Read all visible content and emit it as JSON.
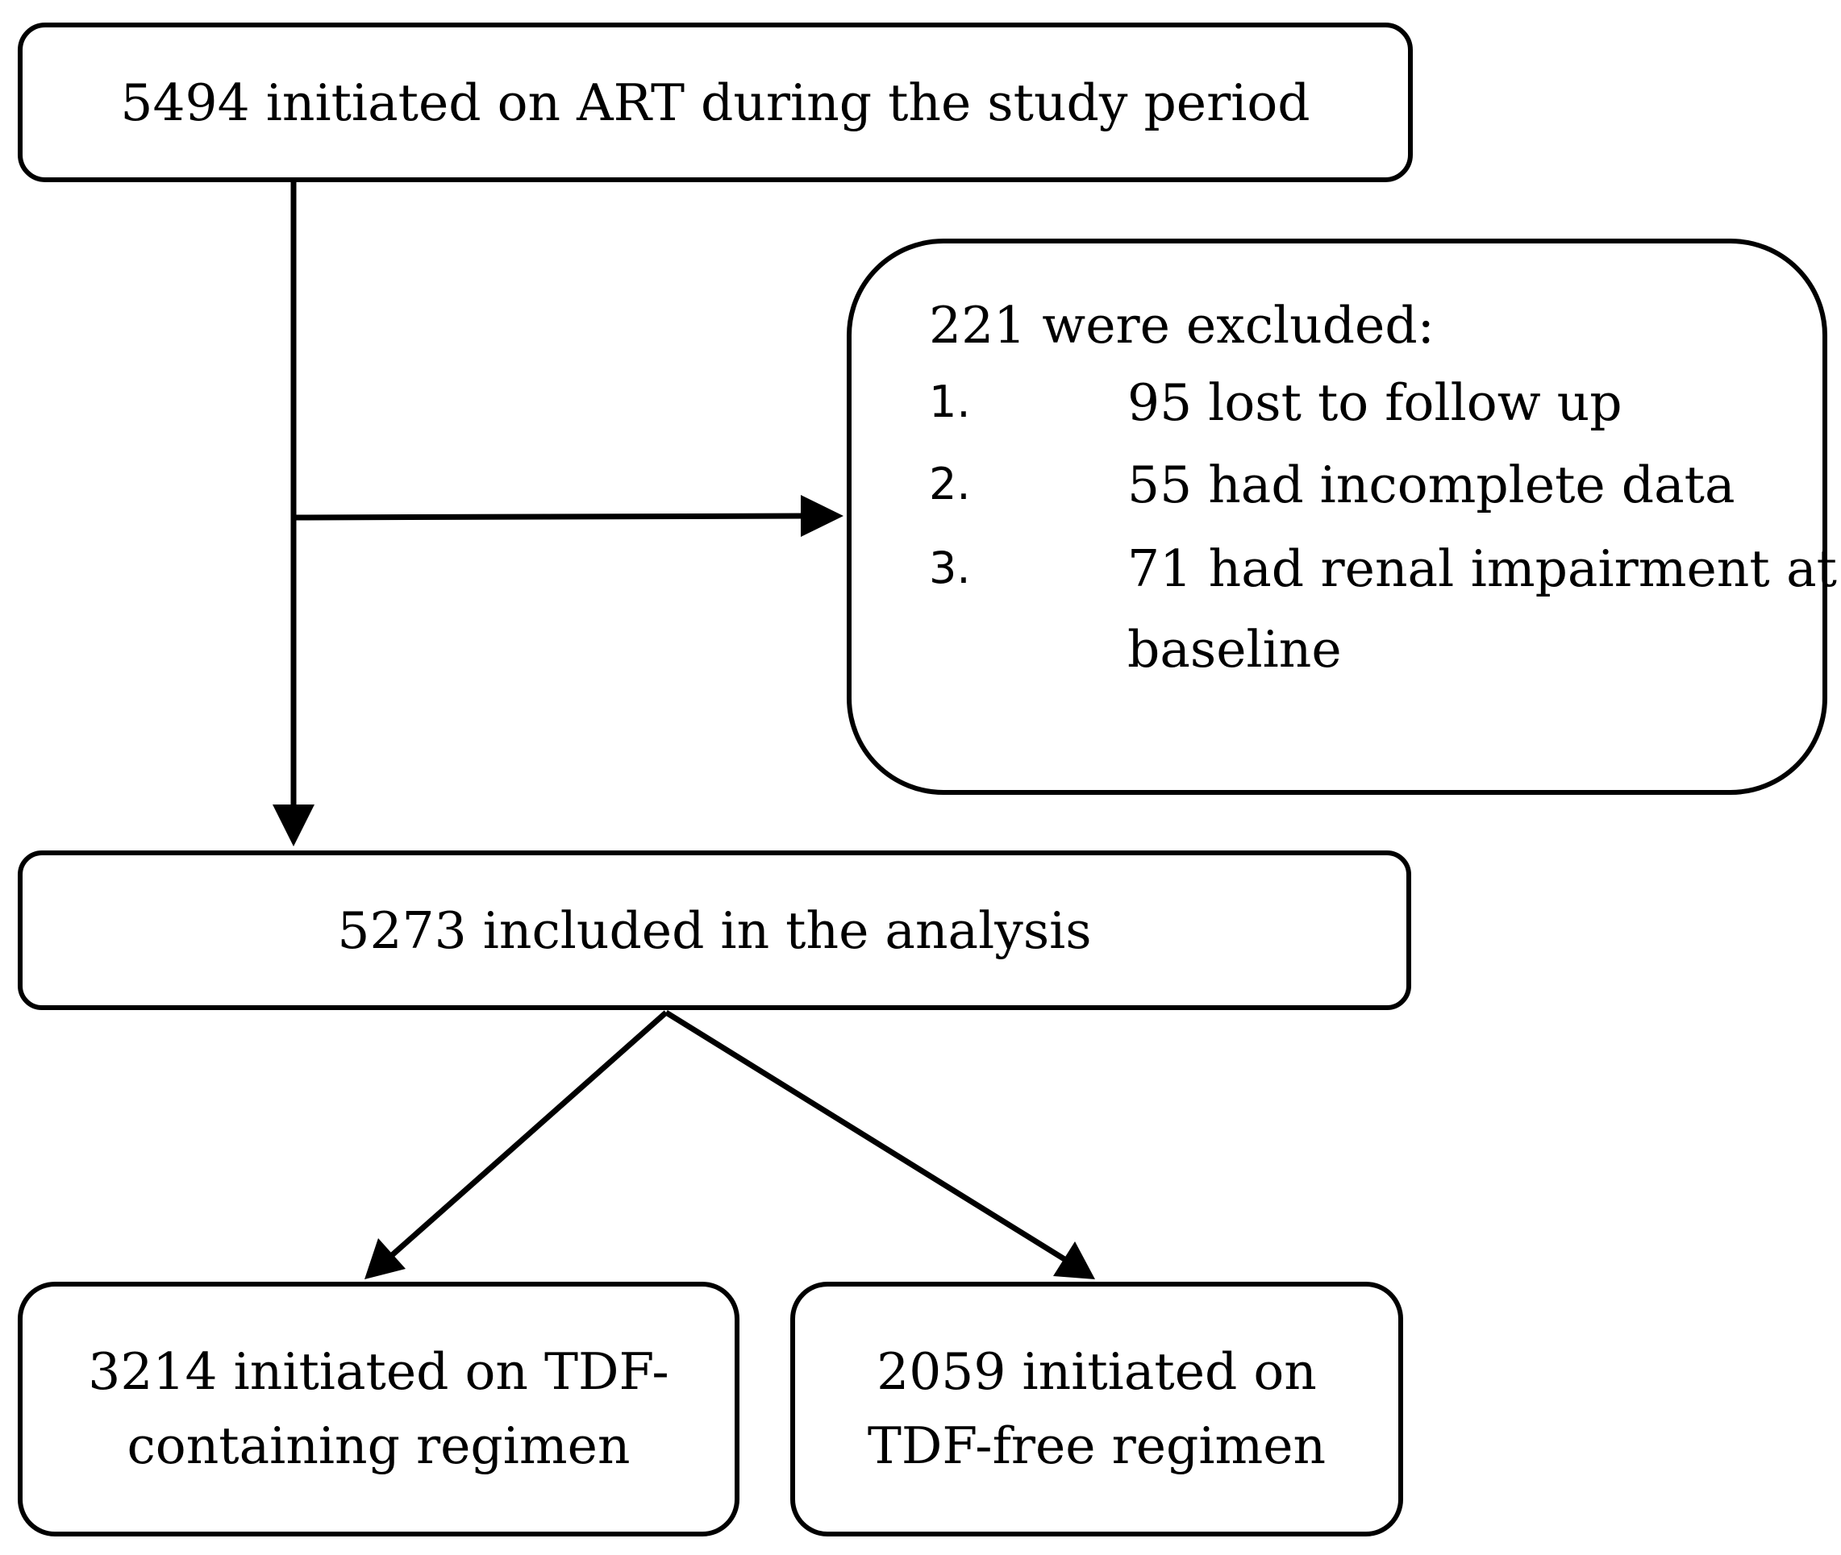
{
  "diagram": {
    "top_box": {
      "text": "5494 initiated on ART during the study period"
    },
    "excluded_box": {
      "heading": "221 were excluded:",
      "items": [
        {
          "number": "1.",
          "text": "95 lost to follow up"
        },
        {
          "number": "2.",
          "text": "55 had incomplete data"
        },
        {
          "number": "3.",
          "text_line1_words": [
            "71",
            "had",
            "renal",
            "impairment",
            "at"
          ],
          "text_line2": "baseline"
        }
      ]
    },
    "included_box": {
      "text": "5273 included in the analysis"
    },
    "tdf_box": {
      "line1": "3214 initiated on TDF-",
      "line2": "containing regimen"
    },
    "tdf_free_box": {
      "line1": "2059 initiated on",
      "line2": "TDF-free regimen"
    },
    "colors": {
      "stroke": "#000000",
      "background": "#ffffff"
    }
  }
}
